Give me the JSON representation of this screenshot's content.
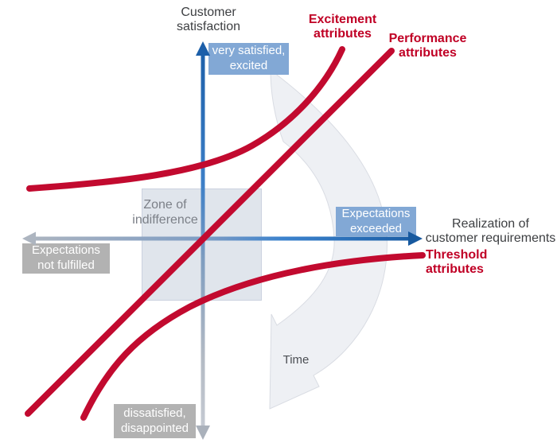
{
  "diagram": {
    "y_axis_label": "Customer\nsatisfaction",
    "x_axis_label": "Realization of\ncustomer requirements",
    "boxes": {
      "y_positive": "very satisfied,\nexcited",
      "y_negative": "dissatisfied,\ndisappointed",
      "x_positive": "Expectations\nexceeded",
      "x_negative": "Expectations\nnot fulfilled"
    },
    "curve_labels": {
      "excitement": "Excitement\nattributes",
      "performance": "Performance\nattributes",
      "threshold": "Threshold\nattributes"
    },
    "zone_label": "Zone of\nindifference",
    "time_label": "Time",
    "colors": {
      "curve_red": "#c20a2f",
      "label_red": "#c00025",
      "axis_blue": "#17599f",
      "axis_gray": "#adb5c0",
      "box_blue": "#82a8d5",
      "box_gray": "#b2b2b2",
      "zone_fill": "#dbe0e9",
      "time_arc_fill": "#eef0f4"
    }
  }
}
